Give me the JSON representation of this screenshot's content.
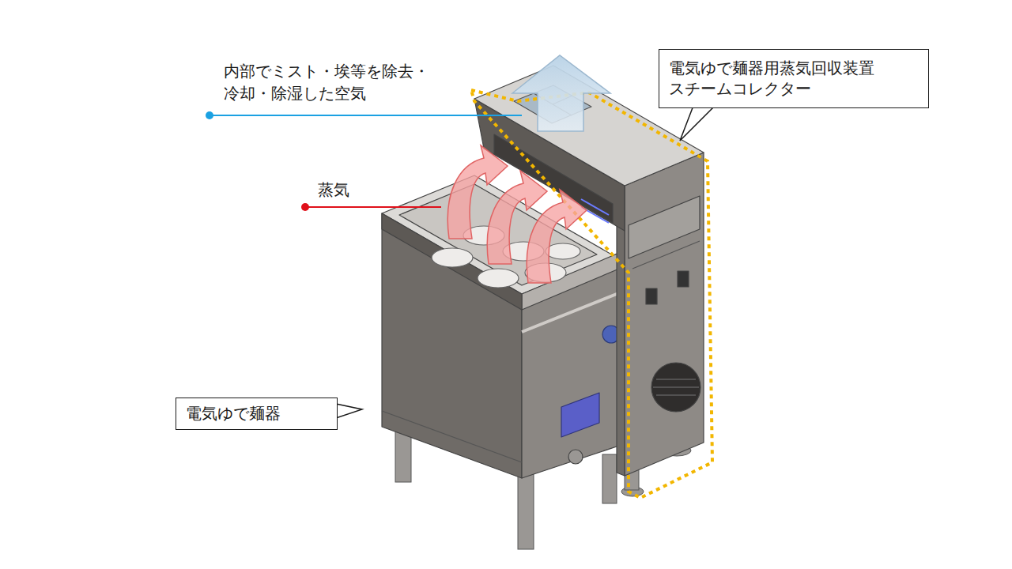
{
  "diagram": {
    "nodes": [
      {
        "text": [
          "電気ゆで麺器用蒸気回収装置 スチームコレクター"
        ]
      },
      {
        "text": [
          "電気ゆで麺器"
        ]
      }
    ],
    "labels": [
      "内部でミスト・埃等を除去・ 冷却・除湿した空気",
      "蒸気"
    ]
  }
}
